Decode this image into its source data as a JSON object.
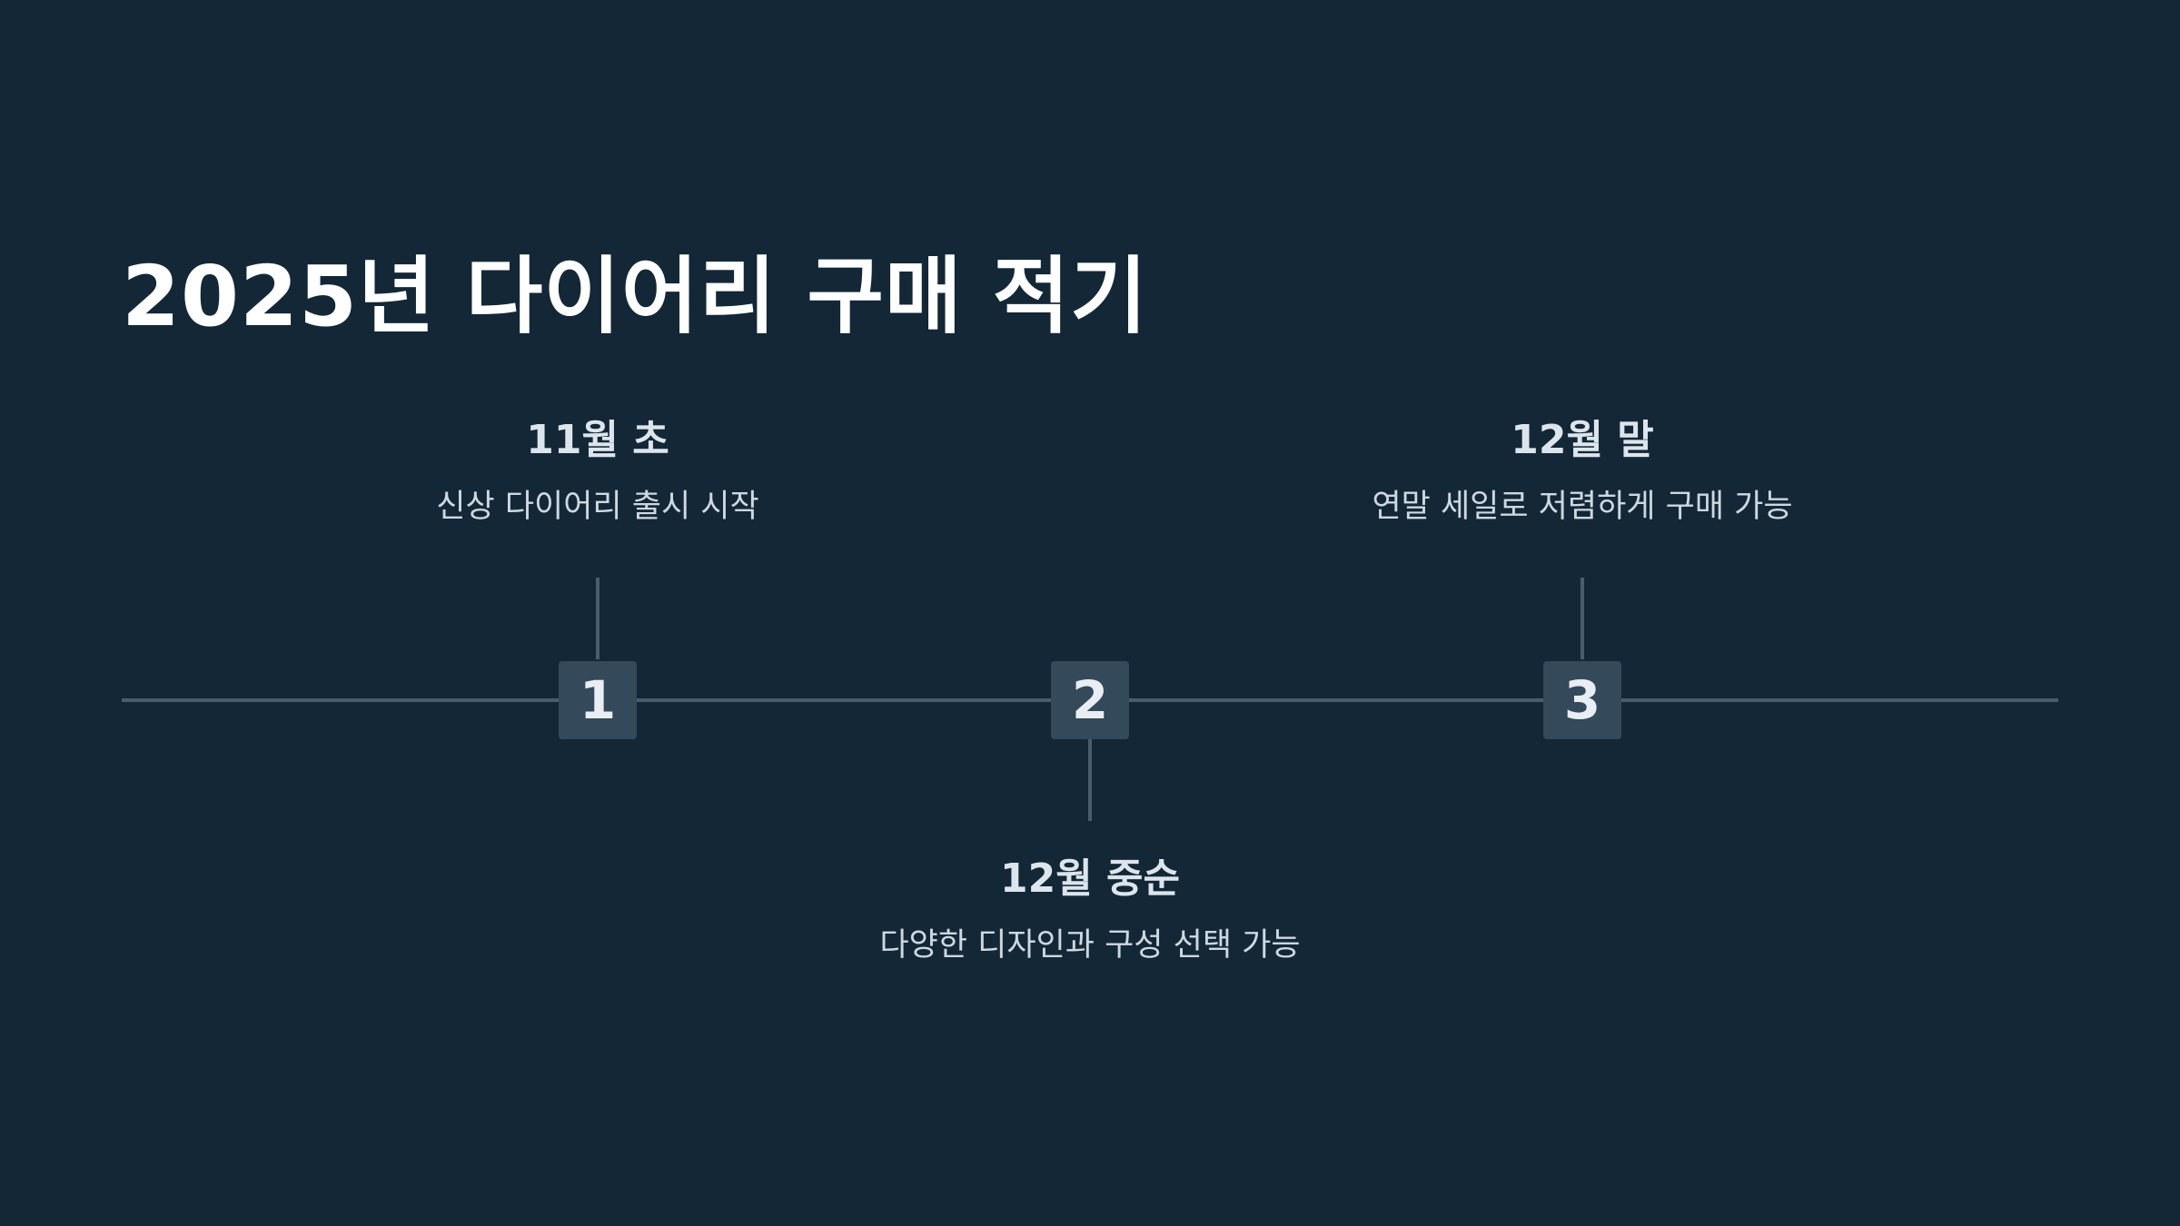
{
  "title": "2025년 다이어리 구매 적기",
  "milestones": [
    {
      "number": "1",
      "date": "11월 초",
      "description": "신상 다이어리 출시 시작"
    },
    {
      "number": "2",
      "date": "12월 중순",
      "description": "다양한 디자인과 구성 선택 가능"
    },
    {
      "number": "3",
      "date": "12월 말",
      "description": "연말 세일로 저렴하게 구매 가능"
    }
  ],
  "colors": {
    "background": "#132737",
    "axis": "#4a5d6d",
    "marker": "#344959",
    "title": "#ffffff"
  }
}
